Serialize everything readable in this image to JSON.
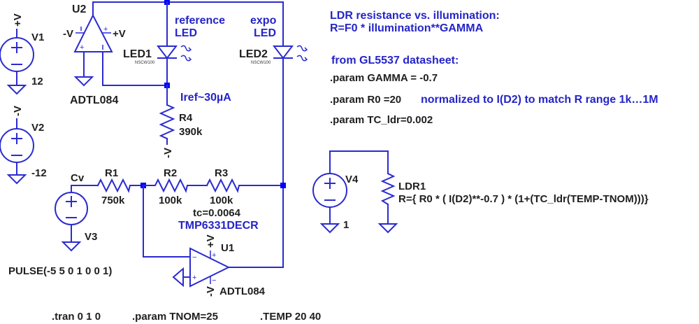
{
  "schematic": {
    "title_comment": [
      "LDR resistance vs. illumination:",
      "R=F0 * illumination**GAMMA"
    ],
    "datasheet_comment": "from GL5537 datasheet:",
    "params": {
      "gamma": ".param GAMMA = -0.7",
      "r0": ".param R0 =20",
      "r0_comment": "normalized to I(D2) to match R range 1k…1M",
      "tc_ldr": ".param TC_ldr=0.002",
      "tnom": ".param TNOM=25"
    },
    "directives": {
      "tran": ".tran 0 1 0",
      "temp": ".TEMP 20 40"
    },
    "components": {
      "V1": {
        "name": "V1",
        "value": "12",
        "net": "+V"
      },
      "V2": {
        "name": "V2",
        "value": "-12",
        "net": "-V"
      },
      "V3": {
        "name": "V3",
        "value": "PULSE(-5 5 0 1 0 0 1)",
        "net": "Cv"
      },
      "V4": {
        "name": "V4",
        "value": "1"
      },
      "U1": {
        "name": "U1",
        "model": "ADTL084",
        "pos": "+V",
        "neg": "-V"
      },
      "U2": {
        "name": "U2",
        "model": "ADTL084",
        "pos": "+V",
        "neg": "-V"
      },
      "LED1": {
        "name": "LED1",
        "model": "NSCW100",
        "comment": [
          "reference",
          "LED"
        ]
      },
      "LED2": {
        "name": "LED2",
        "model": "NSCW100",
        "comment": [
          "expo",
          "LED"
        ]
      },
      "R1": {
        "name": "R1",
        "value": "750k"
      },
      "R2": {
        "name": "R2",
        "value": "100k"
      },
      "R3": {
        "name": "R3",
        "value": "100k",
        "tc": "tc=0.0064",
        "part": "TMP6331DECR"
      },
      "R4": {
        "name": "R4",
        "value": "390k",
        "net": "-V"
      },
      "LDR1": {
        "name": "LDR1",
        "value": "R={ R0 * ( I(D2)**-0.7 ) * (1+(TC_ldr(TEMP-TNOM)))}"
      }
    },
    "iref_comment": "Iref~30µA",
    "pin_signs": {
      "plus": "+",
      "minus": "−"
    }
  }
}
